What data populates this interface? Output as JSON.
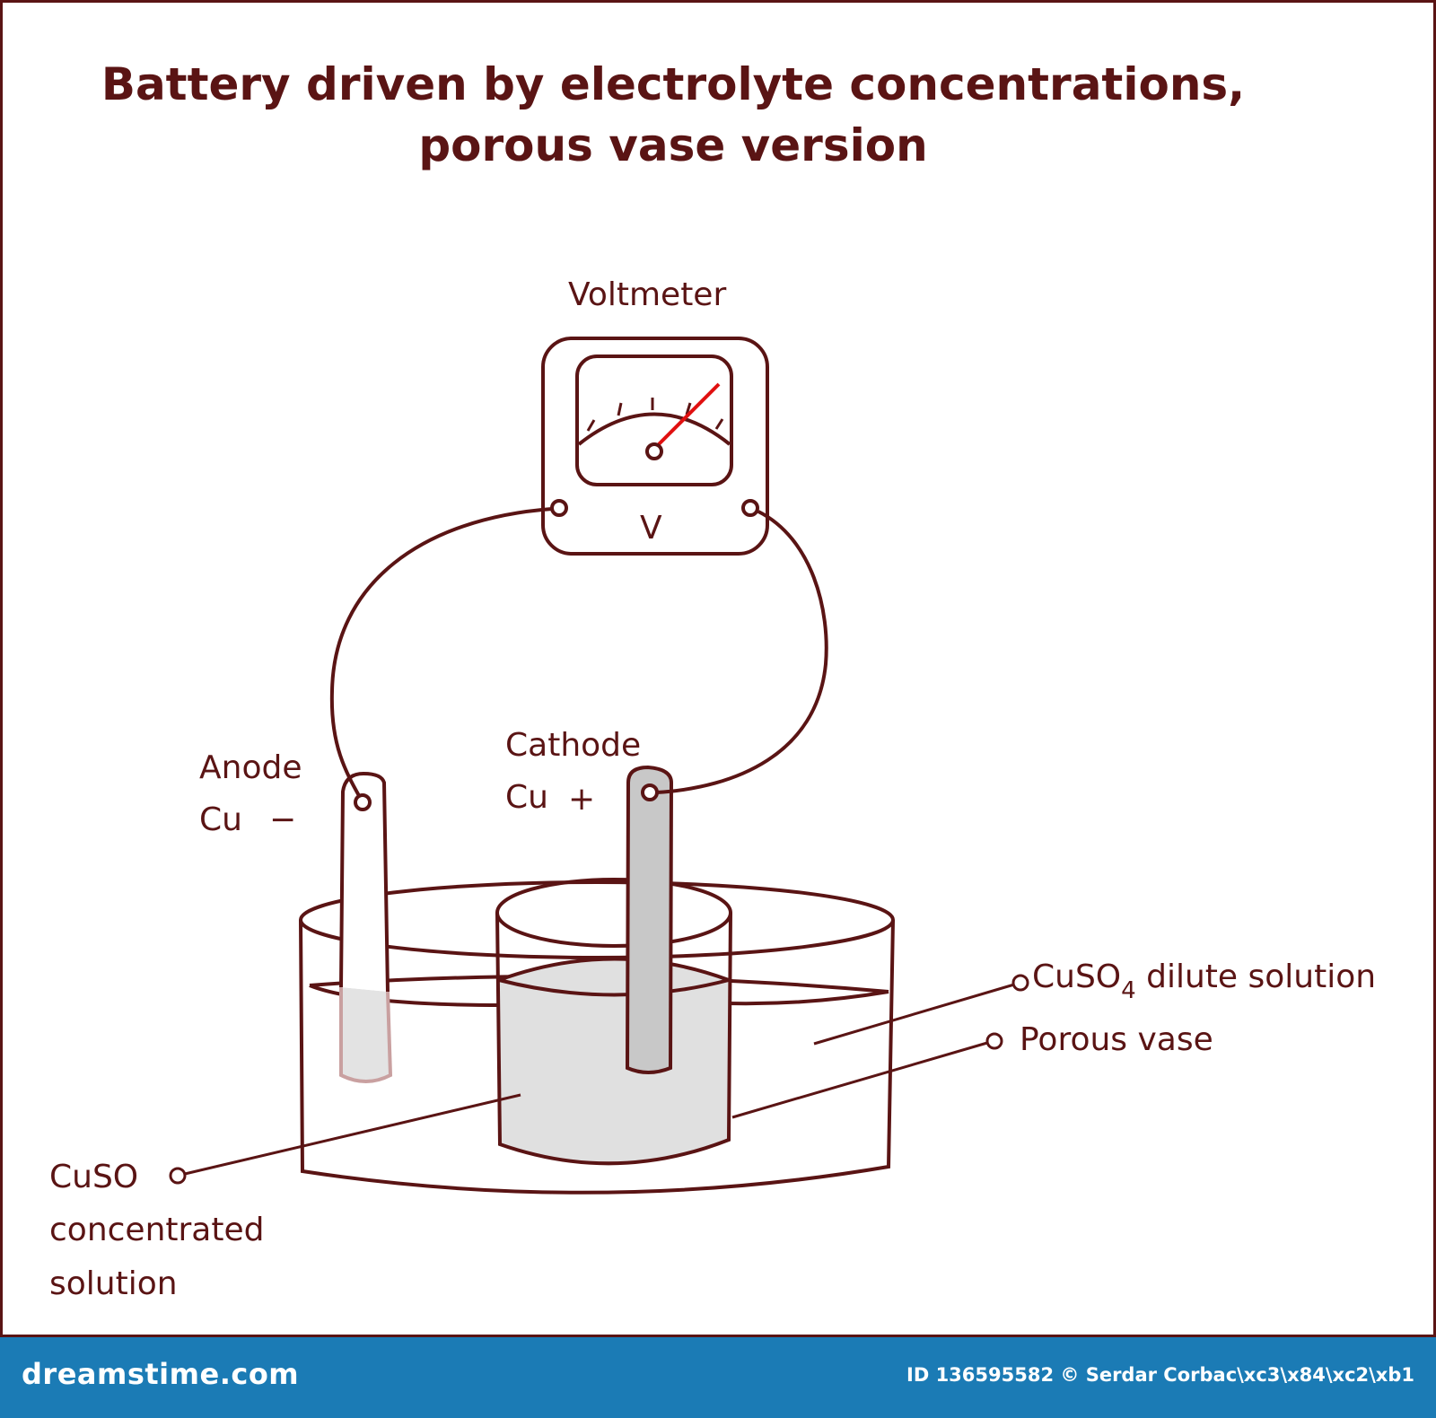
{
  "title": {
    "line1": "Battery driven by electrolyte concentrations,",
    "line2": "porous vase version"
  },
  "labels": {
    "voltmeter": "Voltmeter",
    "voltmeter_symbol": "V",
    "anode": "Anode",
    "anode_material": "Cu",
    "anode_sign": "−",
    "cathode": "Cathode",
    "cathode_material": "Cu",
    "cathode_sign": "+",
    "dilute_solution_prefix": "CuSO",
    "dilute_solution_subscript": "4",
    "dilute_solution_suffix": " dilute solution",
    "porous_vase": "Porous vase",
    "concentrated_line1": "CuSO",
    "concentrated_line2": "concentrated",
    "concentrated_line3": "solution"
  },
  "colors": {
    "line": "#5a1414",
    "needle": "#e01010",
    "liquid": "#e0e0e0",
    "electrode": "#c8c8c8",
    "footer": "#1b7bb5"
  },
  "footer": {
    "logo": "dreamstime.com",
    "credit": "ID 136595582 © Serdar Corbac\\xc3\\x84\\xc2\\xb1"
  }
}
